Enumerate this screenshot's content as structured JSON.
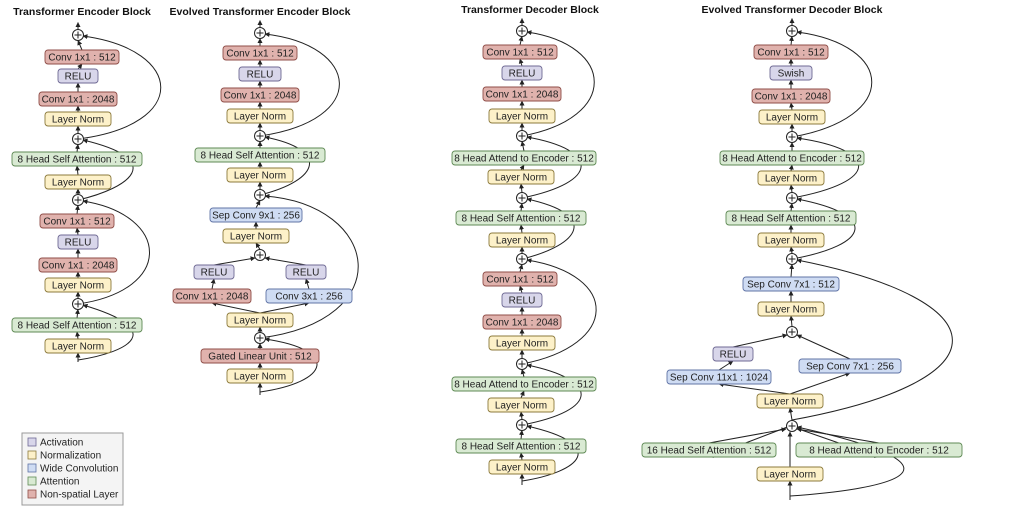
{
  "colors": {
    "activation": "#d8d6ea",
    "normalization": "#fdf1c9",
    "wide_convolution": "#cfdcf3",
    "attention": "#d9ead3",
    "non_spatial": "#e0b2ad"
  },
  "titles": {
    "enc": "Transformer Encoder Block",
    "eenc": "Evolved Transformer Encoder Block",
    "dec": "Transformer Decoder Block",
    "edec": "Evolved Transformer Decoder Block"
  },
  "legend": [
    {
      "key": "activation",
      "label": "Activation"
    },
    {
      "key": "normalization",
      "label": "Normalization"
    },
    {
      "key": "wide_convolution",
      "label": "Wide Convolution"
    },
    {
      "key": "attention",
      "label": "Attention"
    },
    {
      "key": "non_spatial",
      "label": "Non-spatial Layer"
    }
  ],
  "boxes": {
    "enc_conv512_top": "Conv 1x1 : 512",
    "enc_relu_top": "RELU",
    "enc_conv2048_top": "Conv 1x1 : 2048",
    "enc_ln1": "Layer Norm",
    "enc_attn_top": "8 Head Self Attention : 512",
    "enc_ln2": "Layer Norm",
    "enc_conv512_bot": "Conv 1x1 : 512",
    "enc_relu_bot": "RELU",
    "enc_conv2048_bot": "Conv 1x1 : 2048",
    "enc_ln3": "Layer Norm",
    "enc_attn_bot": "8 Head Self Attention : 512",
    "enc_ln4": "Layer Norm",
    "eenc_conv512": "Conv 1x1 : 512",
    "eenc_relu": "RELU",
    "eenc_conv2048": "Conv 1x1 : 2048",
    "eenc_ln1": "Layer Norm",
    "eenc_attn": "8 Head Self Attention : 512",
    "eenc_ln2": "Layer Norm",
    "eenc_sepconv": "Sep Conv 9x1 : 256",
    "eenc_ln3": "Layer Norm",
    "eenc_relu_left": "RELU",
    "eenc_relu_right": "RELU",
    "eenc_conv1x1": "Conv 1x1 : 2048",
    "eenc_conv3x1": "Conv 3x1 : 256",
    "eenc_ln4": "Layer Norm",
    "eenc_glu": "Gated Linear Unit : 512",
    "eenc_ln5": "Layer Norm",
    "dec_conv512_top": "Conv 1x1 : 512",
    "dec_relu_top": "RELU",
    "dec_conv2048_top": "Conv 1x1 : 2048",
    "dec_ln1": "Layer Norm",
    "dec_enc_attn_top": "8 Head Attend to Encoder : 512",
    "dec_ln2": "Layer Norm",
    "dec_self_attn_top": "8 Head Self Attention : 512",
    "dec_ln3": "Layer Norm",
    "dec_conv512_bot": "Conv 1x1 : 512",
    "dec_relu_bot": "RELU",
    "dec_conv2048_bot": "Conv 1x1 : 2048",
    "dec_ln4": "Layer Norm",
    "dec_enc_attn_bot": "8 Head Attend to Encoder : 512",
    "dec_ln5": "Layer Norm",
    "dec_self_attn_bot": "8 Head Self Attention : 512",
    "dec_ln6": "Layer Norm",
    "edec_conv512": "Conv 1x1 : 512",
    "edec_swish": "Swish",
    "edec_conv2048": "Conv 1x1 : 2048",
    "edec_ln1": "Layer Norm",
    "edec_enc_attn": "8 Head Attend to Encoder : 512",
    "edec_ln2": "Layer Norm",
    "edec_self_attn": "8 Head Self Attention : 512",
    "edec_ln3": "Layer Norm",
    "edec_sepconv7_512": "Sep Conv 7x1 : 512",
    "edec_ln4": "Layer Norm",
    "edec_relu": "RELU",
    "edec_sepconv11": "Sep Conv 11x1 : 1024",
    "edec_sepconv7_256": "Sep Conv 7x1 : 256",
    "edec_ln5": "Layer Norm",
    "edec_self_attn16": "16 Head Self Attention : 512",
    "edec_enc_attn_bot": "8 Head Attend to Encoder : 512",
    "edec_ln6": "Layer Norm"
  }
}
